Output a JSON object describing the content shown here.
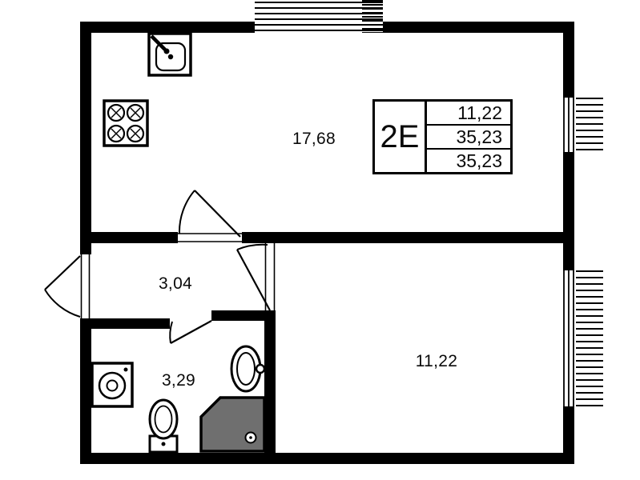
{
  "title": "apartment-floor-plan",
  "unit": {
    "type_label": "2E",
    "stats": [
      "11,22",
      "35,23",
      "35,23"
    ]
  },
  "rooms": {
    "kitchen_living": {
      "area": "17,68"
    },
    "hallway": {
      "area": "3,04"
    },
    "bathroom": {
      "area": "3,29"
    },
    "bedroom": {
      "area": "11,22"
    }
  },
  "fixtures": [
    "kitchen-sink",
    "stove",
    "washing-machine",
    "washbasin",
    "toilet",
    "shower"
  ],
  "colors": {
    "wall": "#000000",
    "background": "#ffffff",
    "shower_fill": "#6f6f6f"
  }
}
